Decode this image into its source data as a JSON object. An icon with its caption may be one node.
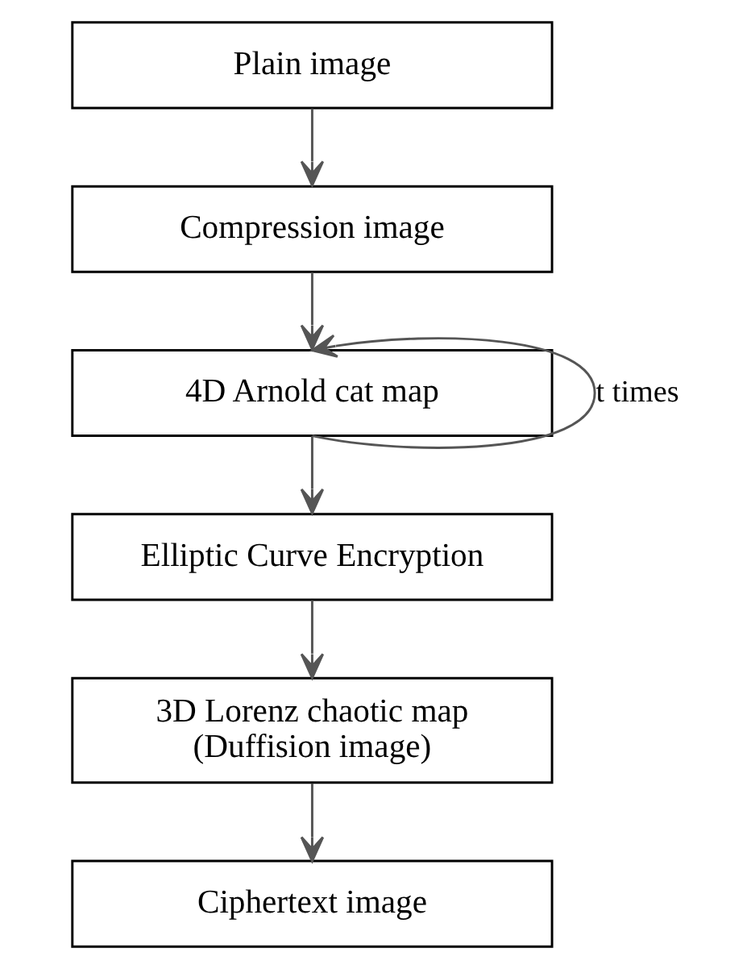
{
  "diagram": {
    "nodes": [
      {
        "text": [
          "Plain image"
        ]
      },
      {
        "text": [
          "Compression image"
        ]
      },
      {
        "text": [
          "4D Arnold cat map"
        ]
      },
      {
        "text": [
          "Elliptic Curve Encryption"
        ]
      },
      {
        "text": [
          "3D Lorenz chaotic map (Duffision image)"
        ]
      },
      {
        "text": [
          "Ciphertext image"
        ]
      }
    ],
    "edges": [
      {
        "from": 0,
        "to": 1,
        "arrow": "to"
      },
      {
        "from": 1,
        "to": 2,
        "arrow": "to"
      },
      {
        "from": 2,
        "to": 2,
        "arrow": "to",
        "label": "t times"
      },
      {
        "from": 2,
        "to": 3,
        "arrow": "to"
      },
      {
        "from": 3,
        "to": 4,
        "arrow": "to"
      },
      {
        "from": 4,
        "to": 5,
        "arrow": "to"
      }
    ]
  }
}
